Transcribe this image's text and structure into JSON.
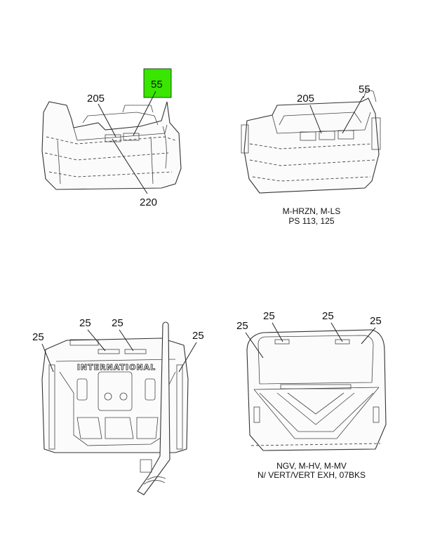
{
  "highlight_color": "#39e600",
  "views": {
    "top_left": {
      "callouts": [
        "205",
        "55",
        "220"
      ]
    },
    "top_right": {
      "callouts": [
        "205",
        "55"
      ],
      "caption": [
        "M-HRZN, M-LS",
        "PS 113, 125"
      ]
    },
    "bottom_left": {
      "callouts": [
        "25",
        "25",
        "25",
        "25"
      ],
      "logo_text": "INTERNATIONAL"
    },
    "bottom_right": {
      "callouts": [
        "25",
        "25",
        "25",
        "25"
      ],
      "caption": [
        "NGV, M-HV, M-MV",
        "N/ VERT/VERT EXH, 07BKS"
      ]
    }
  }
}
